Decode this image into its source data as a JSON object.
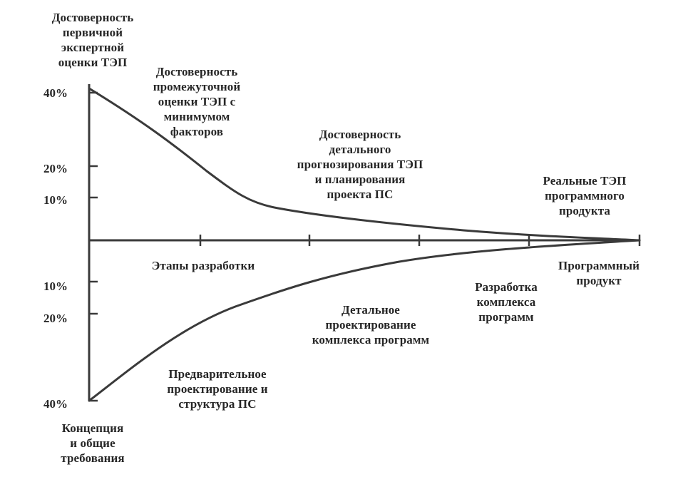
{
  "labels": {
    "top_left": "Достоверность\nпервичной\nэкспертной\nоценки ТЭП",
    "intermediate": "Достоверность\nпромежуточной\nоценки ТЭП с\nминимумом\nфакторов",
    "detailed_forecast": "Достоверность\nдетального\nпрогнозирования  ТЭП\nи планирования\nпроекта ПС",
    "real_tep": "Реальные ТЭП\nпрограммного\nпродукта",
    "stages": "Этапы разработки",
    "program_product": "Программный\nпродукт",
    "dev_complex": "Разработка\nкомплекса\nпрограмм",
    "detailed_design": "Детальное\nпроектирование\nкомплекса программ",
    "preliminary_design": "Предварительное\nпроектирование и\nструктура ПС",
    "concept": "Концепция\nи общие\nтребования"
  },
  "y_ticks": {
    "upper": [
      "40%",
      "20%",
      "10%"
    ],
    "lower": [
      "10%",
      "20%",
      "40%"
    ]
  }
}
